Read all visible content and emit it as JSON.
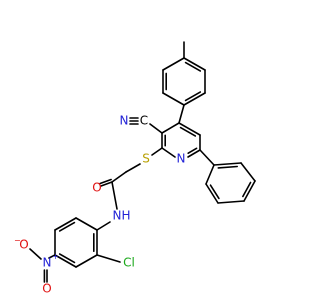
{
  "colors": {
    "bond": "#000000",
    "carbon": "#000000",
    "nitrogen": "#1f1fd6",
    "oxygen": "#e01010",
    "sulfur": "#b8a000",
    "chlorine": "#1aa81a"
  },
  "atoms": {
    "nitrile_n": "N",
    "nitrile_c": "C",
    "sulfur": "S",
    "pyridine_n": "N",
    "carbonyl_o": "O",
    "amide_n": "N",
    "amide_h": "H",
    "chlorine": "Cl",
    "nitro_n": "N",
    "nitro_n_charge": "+",
    "nitro_o_double": "O",
    "nitro_o_single": "O",
    "nitro_o_charge": "−"
  }
}
